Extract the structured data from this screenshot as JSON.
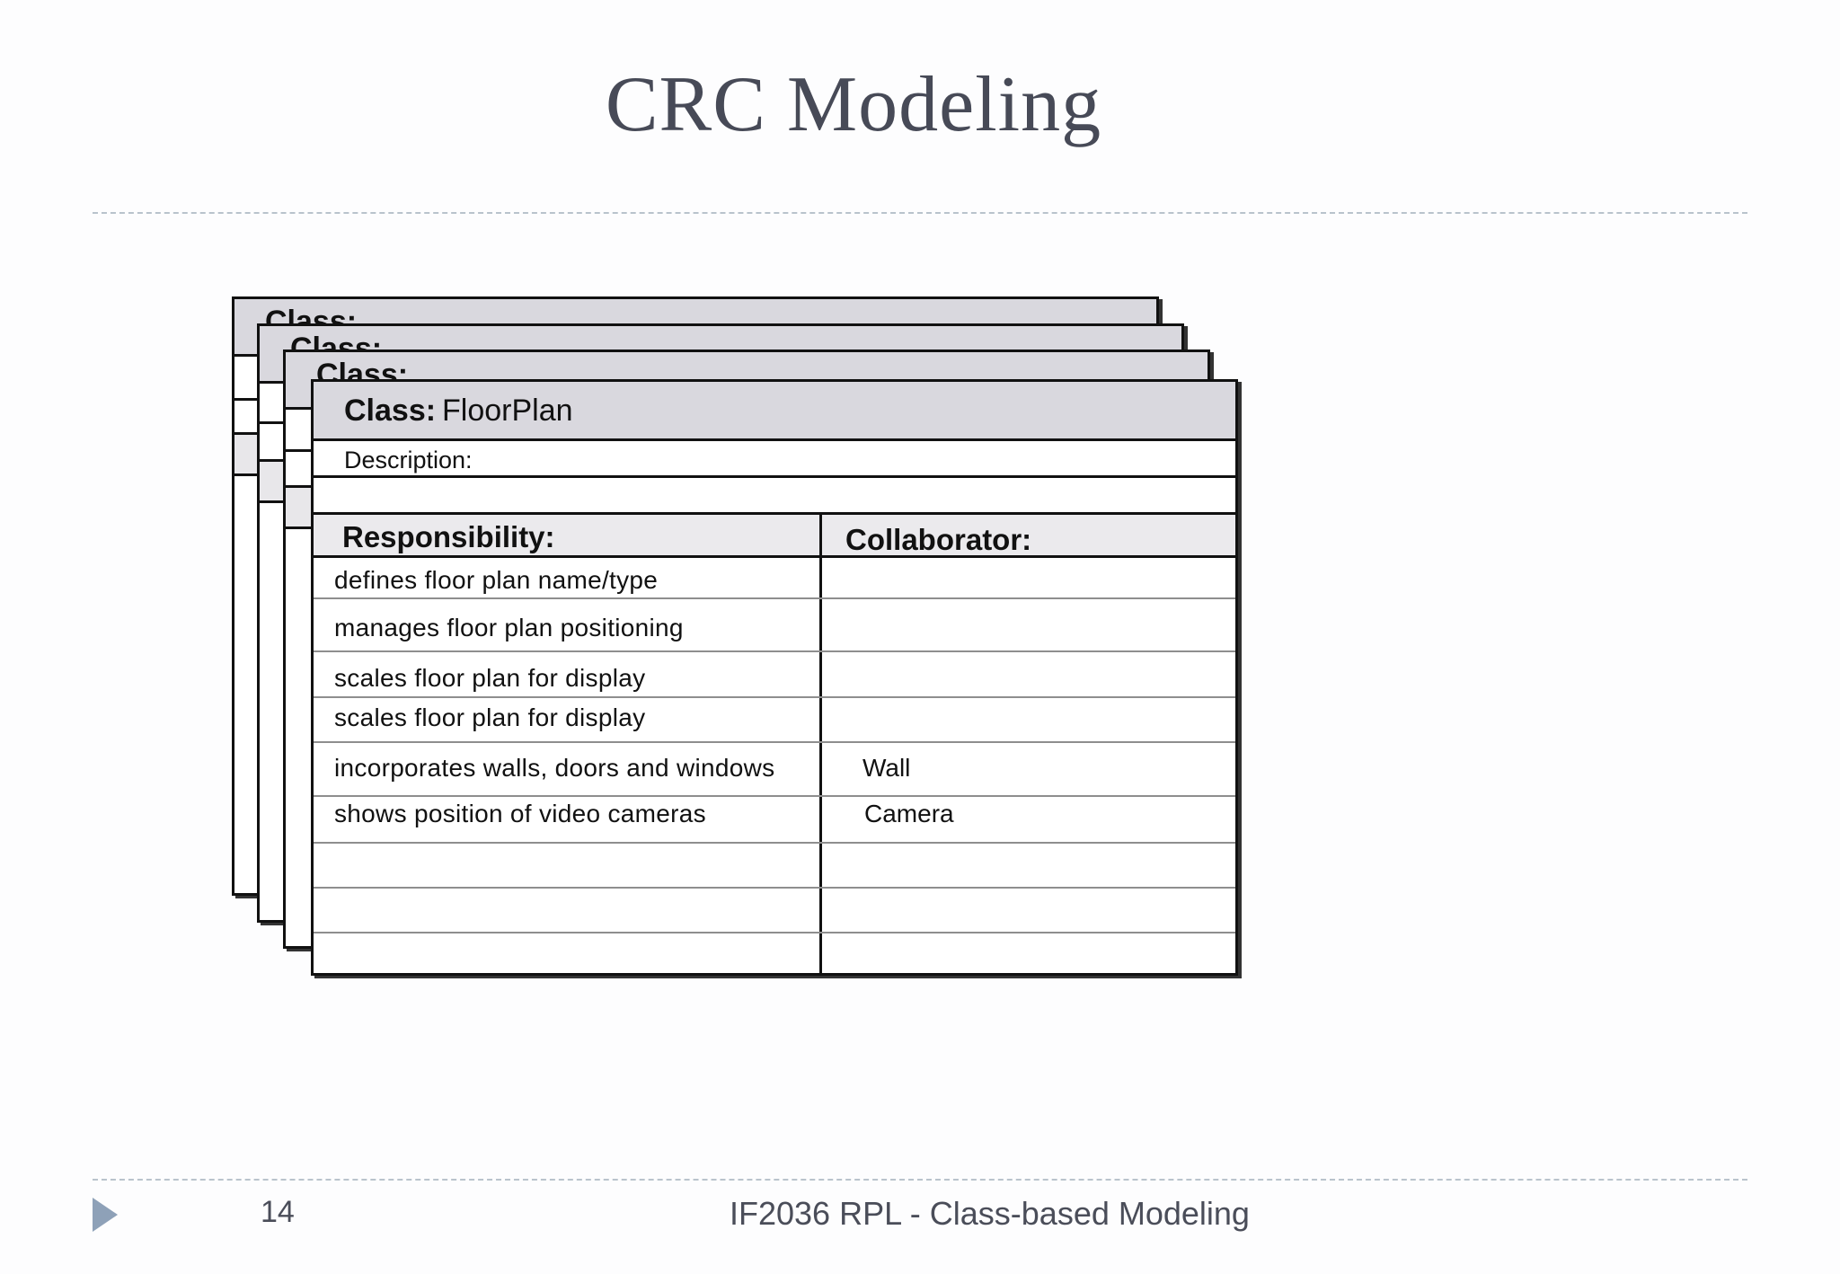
{
  "slide": {
    "title": "CRC Modeling",
    "page_number": "14",
    "footer": "IF2036 RPL - Class-based Modeling"
  },
  "back_cards": {
    "label": "Class:"
  },
  "card": {
    "class_label": "Class:",
    "class_name": "FloorPlan",
    "description_label": "Description:",
    "responsibility_header": "Responsibility:",
    "collaborator_header": "Collaborator:",
    "rows": [
      {
        "responsibility": "defines floor plan name/type",
        "collaborator": ""
      },
      {
        "responsibility": "manages floor plan positioning",
        "collaborator": ""
      },
      {
        "responsibility": "scales floor plan for display",
        "collaborator": ""
      },
      {
        "responsibility": "scales floor plan for display",
        "collaborator": ""
      },
      {
        "responsibility": "incorporates walls, doors and windows",
        "collaborator": "Wall"
      },
      {
        "responsibility": "shows position of video cameras",
        "collaborator": "Camera"
      },
      {
        "responsibility": "",
        "collaborator": ""
      },
      {
        "responsibility": "",
        "collaborator": ""
      },
      {
        "responsibility": "",
        "collaborator": ""
      }
    ]
  },
  "icons": {
    "footer_marker": "triangle-right-icon"
  }
}
